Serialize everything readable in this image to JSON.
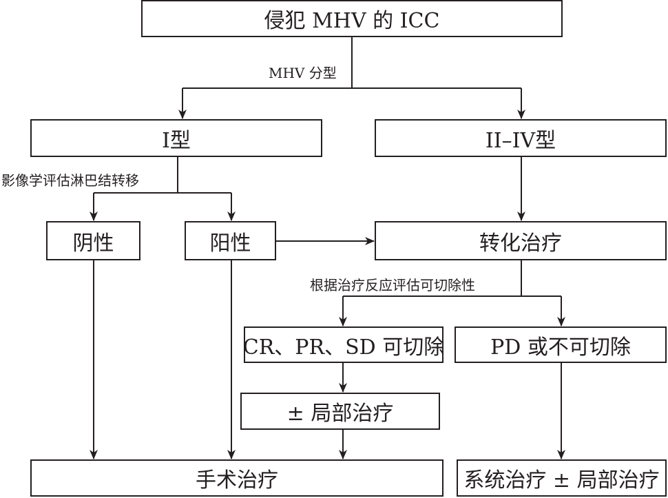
{
  "diagram": {
    "nodes": {
      "root": "侵犯 MHV 的 ICC",
      "type1": "I型",
      "type2_4": "II–IV型",
      "negative": "阴性",
      "positive": "阳性",
      "conversion": "转化治疗",
      "resectable": "CR、PR、SD 可切除",
      "unresectable": "PD 或不可切除",
      "local_therapy": "± 局部治疗",
      "surgery": "手术治疗",
      "systemic": "系统治疗 ± 局部治疗"
    },
    "edge_labels": {
      "mhv_typing": "MHV 分型",
      "lymph_eval": "影像学评估淋巴结转移",
      "response_eval": "根据治疗反应评估可切除性"
    }
  }
}
